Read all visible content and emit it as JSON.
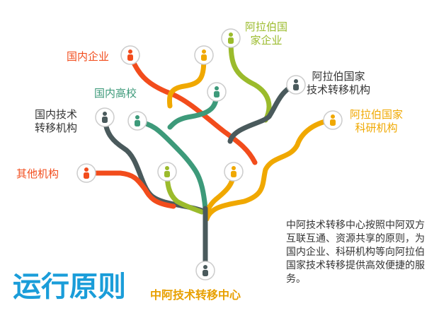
{
  "colors": {
    "red": "#f24c1c",
    "orange": "#f0a800",
    "olive": "#9bbb2c",
    "teal": "#3d9a7a",
    "slate": "#4a5a5c",
    "blue": "#1a9dd9"
  },
  "icon_name": "person-icon",
  "title": "运行原则",
  "root": {
    "label": "中阿技术转移中心"
  },
  "nodes": {
    "domestic_enterprise": {
      "label": "国内企业"
    },
    "domestic_university": {
      "label": "国内高校"
    },
    "domestic_tech_transfer": {
      "line1": "国内技术",
      "line2": "转移机构"
    },
    "other_institution": {
      "label": "其他机构"
    },
    "arab_enterprise": {
      "line1": "阿拉伯国",
      "line2": "家企业"
    },
    "arab_tech_transfer": {
      "line1": "阿拉伯国家",
      "line2": "技术转移机构"
    },
    "arab_research": {
      "line1": "阿拉伯国家",
      "line2": "科研机构"
    }
  },
  "description": "中阿技术转移中心按照中阿双方互联互通、资源共享的原则，为国内企业、科研机构等向阿拉伯国家技术转移提供高效便捷的服务。"
}
